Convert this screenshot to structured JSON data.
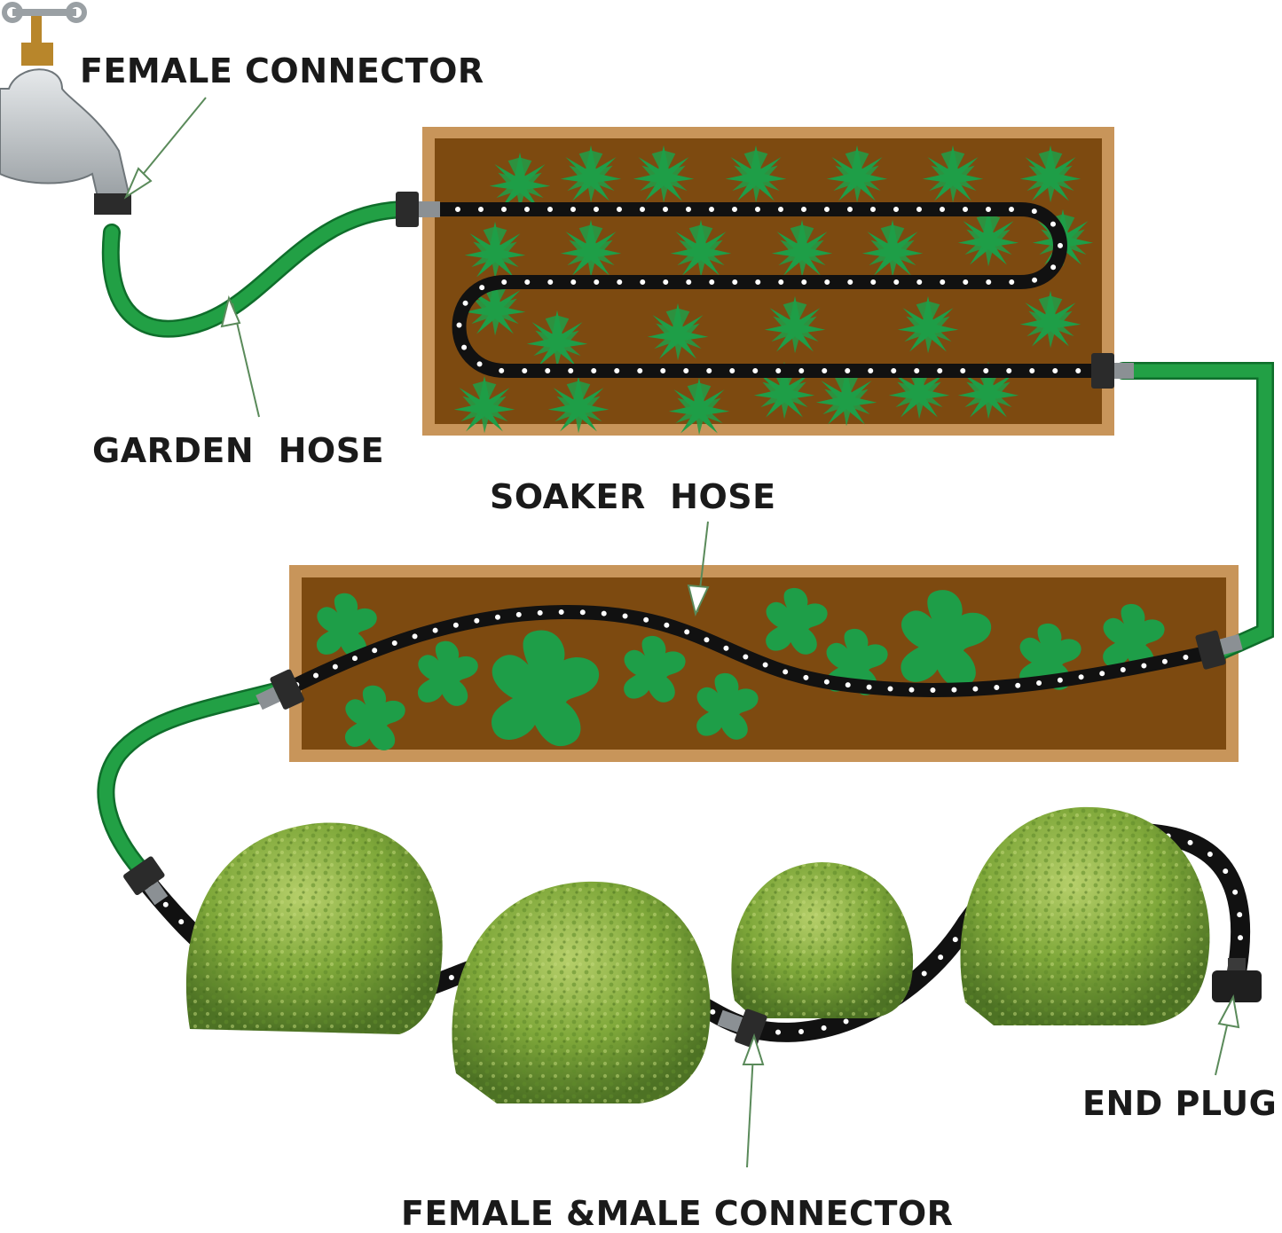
{
  "labels": {
    "female_connector": "FEMALE CONNECTOR",
    "garden_hose": "GARDEN  HOSE",
    "soaker_hose": "SOAKER  HOSE",
    "end_plug": "END PLUG",
    "female_male_connector": "FEMALE &MALE CONNECTOR"
  },
  "colors": {
    "garden_hose": "#22a045",
    "soaker_hose": "#111111",
    "soaker_dots": "#ffffff",
    "bed_frame": "#c8955a",
    "bed_soil": "#7d4a10",
    "plants": "#1e9e48",
    "shrub": "#7fa83a",
    "faucet": "#c9cdd0",
    "connector": "#2b2b2b"
  },
  "icons": [
    "faucet-icon",
    "star-plant-icon",
    "leafy-plant-icon",
    "shrub-icon",
    "connector-icon",
    "end-plug-icon",
    "arrow-icon"
  ]
}
